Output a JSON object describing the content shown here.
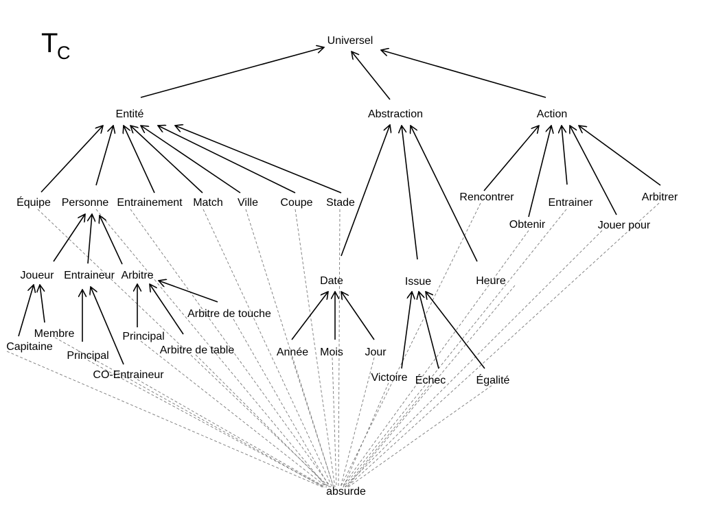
{
  "title": {
    "main": "T",
    "sub": "C"
  },
  "nodes": {
    "universel": "Universel",
    "entite": "Entité",
    "abstraction": "Abstraction",
    "action": "Action",
    "equipe": "Équipe",
    "personne": "Personne",
    "entrainement": "Entrainement",
    "match": "Match",
    "ville": "Ville",
    "coupe": "Coupe",
    "stade": "Stade",
    "rencontrer": "Rencontrer",
    "obtenir": "Obtenir",
    "entrainer": "Entrainer",
    "jouer_pour": "Jouer pour",
    "arbitrer": "Arbitrer",
    "joueur": "Joueur",
    "entraineur": "Entraineur",
    "arbitre": "Arbitre",
    "arbitre_de_touche": "Arbitre de touche",
    "date": "Date",
    "issue": "Issue",
    "heure": "Heure",
    "membre": "Membre",
    "capitaine": "Capitaine",
    "principal_entraineur": "Principal",
    "co_entraineur": "CO-Entraineur",
    "principal_arbitre": "Principal",
    "arbitre_de_table": "Arbitre de table",
    "annee": "Année",
    "mois": "Mois",
    "jour": "Jour",
    "victoire": "Victoire",
    "echec": "Échec",
    "egalite": "Égalité",
    "absurde": "absurde"
  }
}
